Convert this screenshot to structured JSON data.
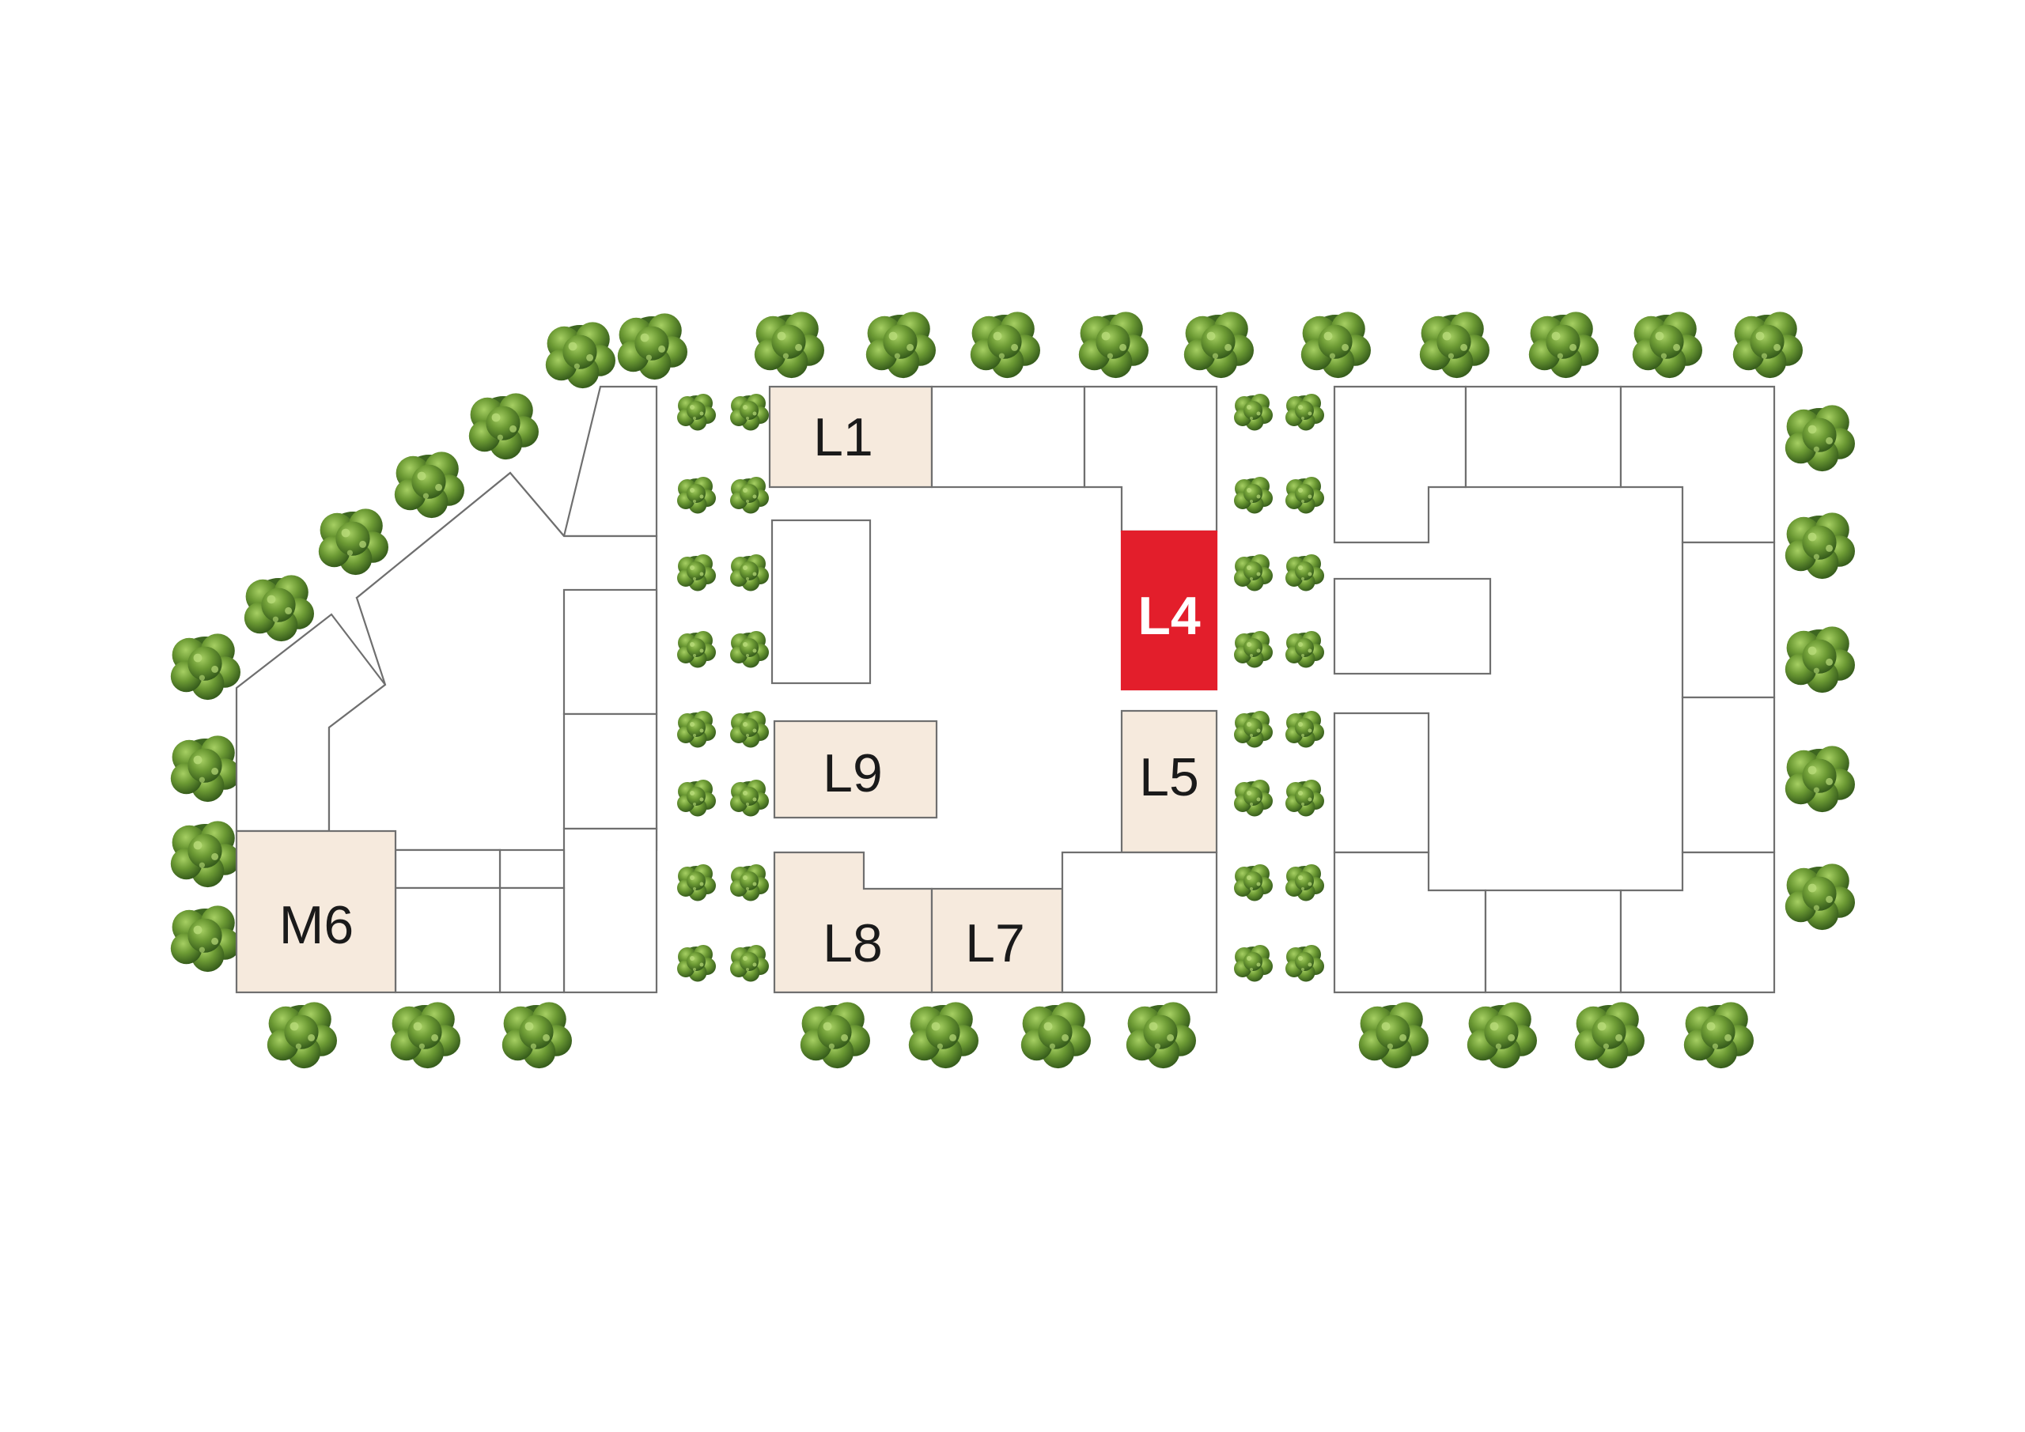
{
  "site_plan": {
    "selected_unit": "L4",
    "colors": {
      "selected": "#e31e2b",
      "available": "#f6eadd",
      "outline": "#6f6f6f",
      "tree": "#5d8a2c"
    },
    "units": {
      "L1": "L1",
      "L4": "L4",
      "L5": "L5",
      "L7": "L7",
      "L8": "L8",
      "L9": "L9",
      "M6": "M6"
    }
  }
}
